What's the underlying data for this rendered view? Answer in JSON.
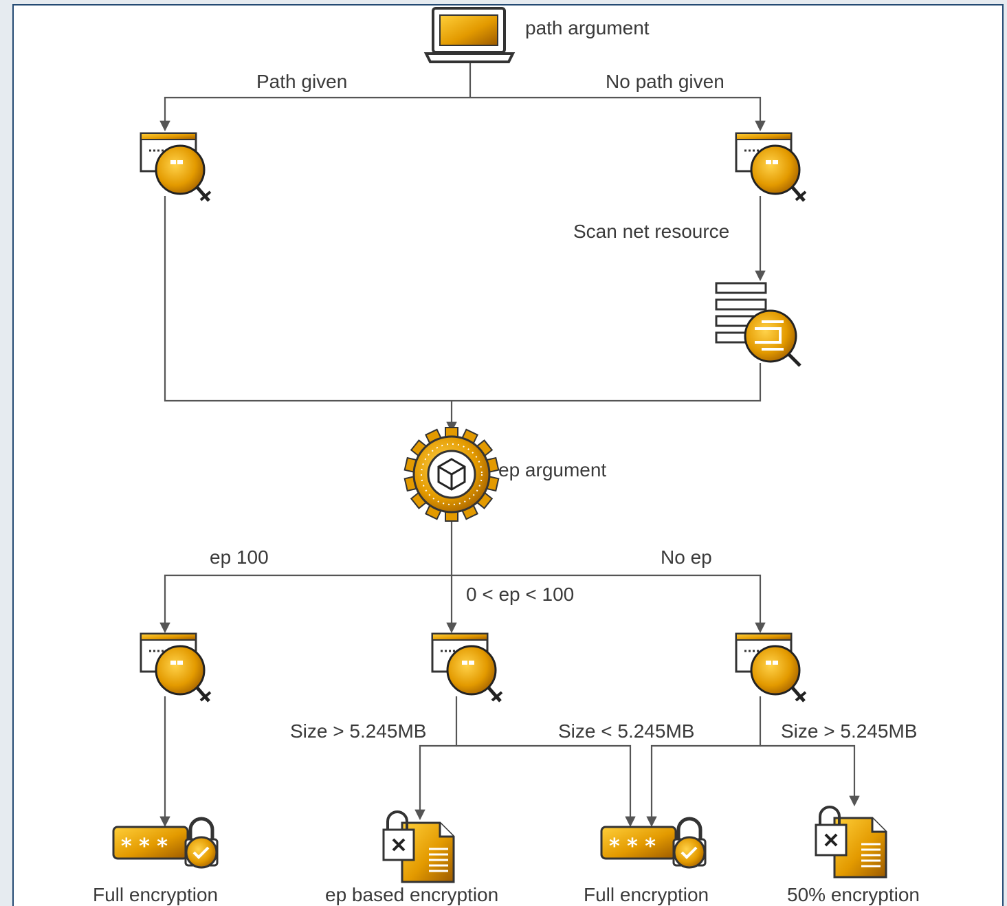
{
  "nodes": {
    "root": "path argument",
    "ep": "ep argument"
  },
  "edges": {
    "path_given": "Path given",
    "no_path_given": "No path given",
    "scan_net": "Scan net resource",
    "ep_100": "ep 100",
    "ep_range": "0 < ep < 100",
    "no_ep": "No ep",
    "mid_size_gt": "Size > 5.245MB",
    "size_lt": "Size < 5.245MB",
    "right_size_gt": "Size > 5.245MB"
  },
  "outcomes": {
    "o1": "Full encryption",
    "o2": "ep based encryption",
    "o3": "Full encryption",
    "o4": "50% encryption"
  },
  "colors": {
    "accent": "#e6a000",
    "accent_dark": "#b06a00",
    "line": "#555555",
    "text": "#3a3a3a",
    "frame": "#244a73"
  }
}
